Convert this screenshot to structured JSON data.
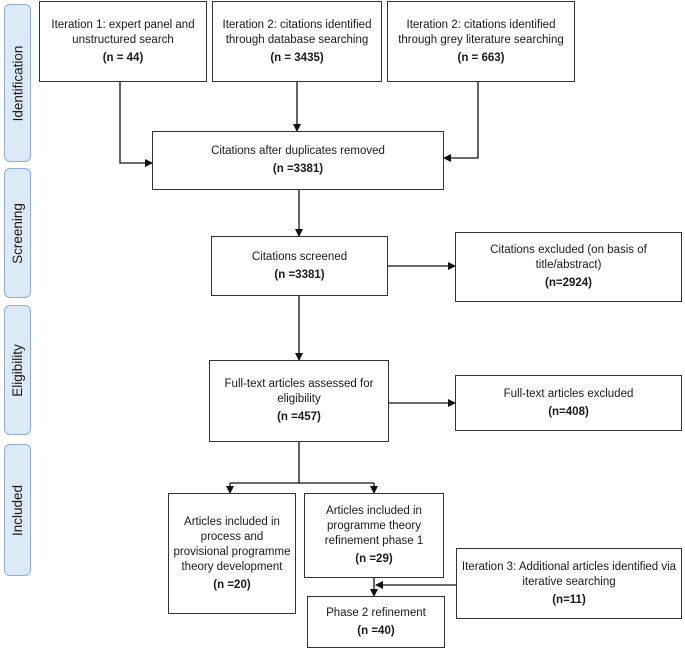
{
  "stages": {
    "identification": "Identification",
    "screening": "Screening",
    "eligibility": "Eligibility",
    "included": "Included"
  },
  "boxes": {
    "iter1": {
      "text": "Iteration 1: expert panel and unstructured search",
      "n": "(n = 44)"
    },
    "iter2_db": {
      "text": "Iteration 2: citations identified through database searching",
      "n": "(n = 3435)"
    },
    "iter2_grey": {
      "text": "Iteration 2: citations identified through grey literature searching",
      "n": "(n = 663)"
    },
    "duplicates": {
      "text": "Citations after duplicates removed",
      "n": "(n =3381)"
    },
    "screened": {
      "text": "Citations screened",
      "n": "(n =3381)"
    },
    "excluded_screen": {
      "text": "Citations excluded (on basis of title/abstract)",
      "n": "(n=2924)"
    },
    "fulltext": {
      "text": "Full-text articles assessed for eligibility",
      "n": "(n =457)"
    },
    "excluded_fulltext": {
      "text": "Full-text articles excluded",
      "n": "(n=408)"
    },
    "process": {
      "text": "Articles included in process and provisional programme theory development",
      "n": "(n =20)"
    },
    "refinement1": {
      "text": "Articles included in programme theory refinement phase 1",
      "n": "(n =29)"
    },
    "iter3": {
      "text": "Iteration 3: Additional articles identified via iterative searching",
      "n": "(n=11)"
    },
    "phase2": {
      "text": "Phase 2 refinement",
      "n": "(n =40)"
    }
  }
}
